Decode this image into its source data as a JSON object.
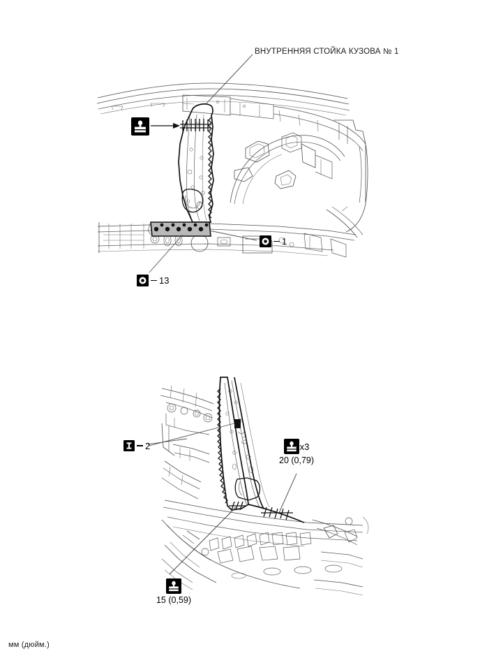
{
  "document": {
    "title_label": "ВНУТРЕННЯЯ СТОЙКА КУЗОВА № 1",
    "units_footer": "мм (дюйм.)"
  },
  "figures": {
    "upper": {
      "name": "inner-body-pillar-upper-view",
      "callouts": [
        {
          "id": "upper-weld-icon-callout",
          "icon": "spot-weld-icon",
          "label": "",
          "has_arrow": true
        },
        {
          "id": "upper-spotweld-1",
          "icon": "circle-weld-icon",
          "dash": "—",
          "count": "1"
        },
        {
          "id": "upper-spotweld-13",
          "icon": "circle-weld-icon",
          "dash": "—",
          "count": "13"
        }
      ]
    },
    "lower": {
      "name": "inner-body-pillar-lower-view",
      "callouts": [
        {
          "id": "lower-bar-2",
          "icon": "bar-weld-icon",
          "dash": "—",
          "count": "2"
        },
        {
          "id": "lower-weld-x3",
          "icon": "spot-weld-icon",
          "multiplier": "x3",
          "dimension": "20 (0,79)"
        },
        {
          "id": "lower-weld-single",
          "icon": "spot-weld-icon",
          "multiplier": "",
          "dimension": "15 (0,59)"
        }
      ]
    }
  },
  "colors": {
    "line": "#1a1a1a",
    "light_line": "#6b6b6b",
    "shade": "#b5b5b5",
    "icon_bg": "#000000",
    "icon_fg": "#ffffff"
  }
}
